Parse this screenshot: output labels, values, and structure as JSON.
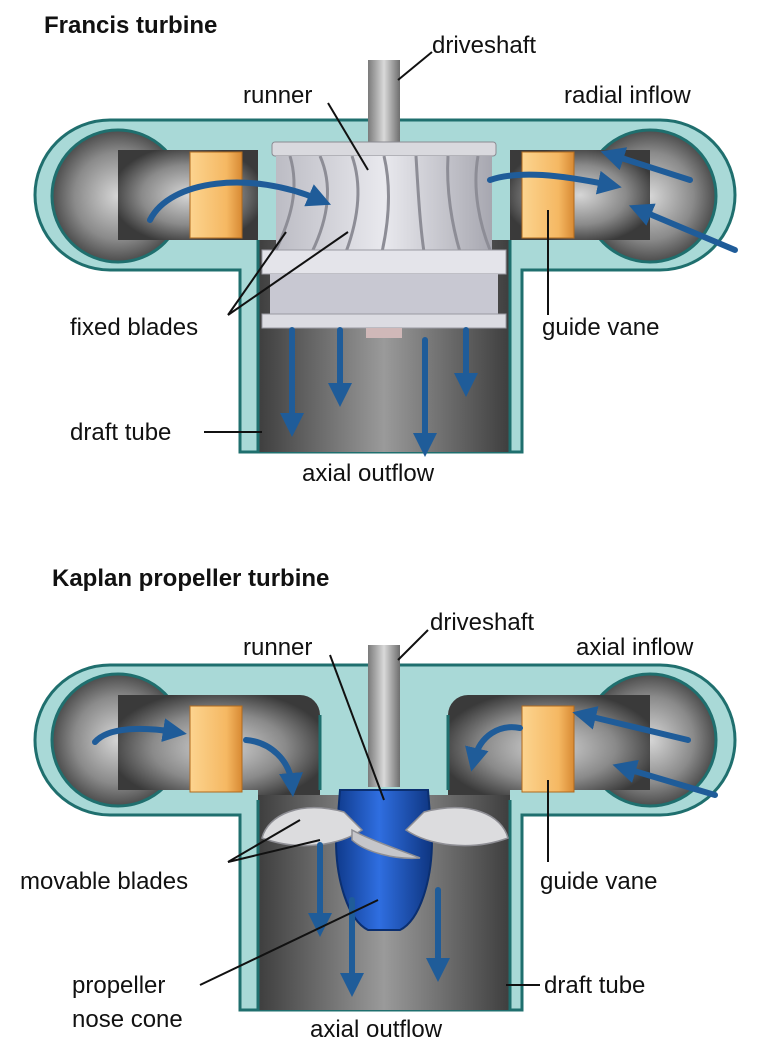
{
  "francis": {
    "title": "Francis turbine",
    "labels": {
      "driveshaft": "driveshaft",
      "runner": "runner",
      "inflow": "radial inflow",
      "fixed_blades": "fixed blades",
      "guide_vane": "guide vane",
      "draft_tube": "draft tube",
      "outflow": "axial outflow"
    }
  },
  "kaplan": {
    "title": "Kaplan propeller turbine",
    "labels": {
      "driveshaft": "driveshaft",
      "runner": "runner",
      "inflow": "axial inflow",
      "movable_blades": "movable blades",
      "guide_vane": "guide vane",
      "propeller_line1": "propeller",
      "propeller_line2": "nose cone",
      "draft_tube": "draft tube",
      "outflow": "axial outflow"
    }
  },
  "colors": {
    "casing": "#a9d9d7",
    "casing_edge": "#1f6f6e",
    "guide_vane": "#f5b863",
    "flow_arrow": "#1f5c99",
    "kaplan_hub": "#1a4fb3"
  }
}
